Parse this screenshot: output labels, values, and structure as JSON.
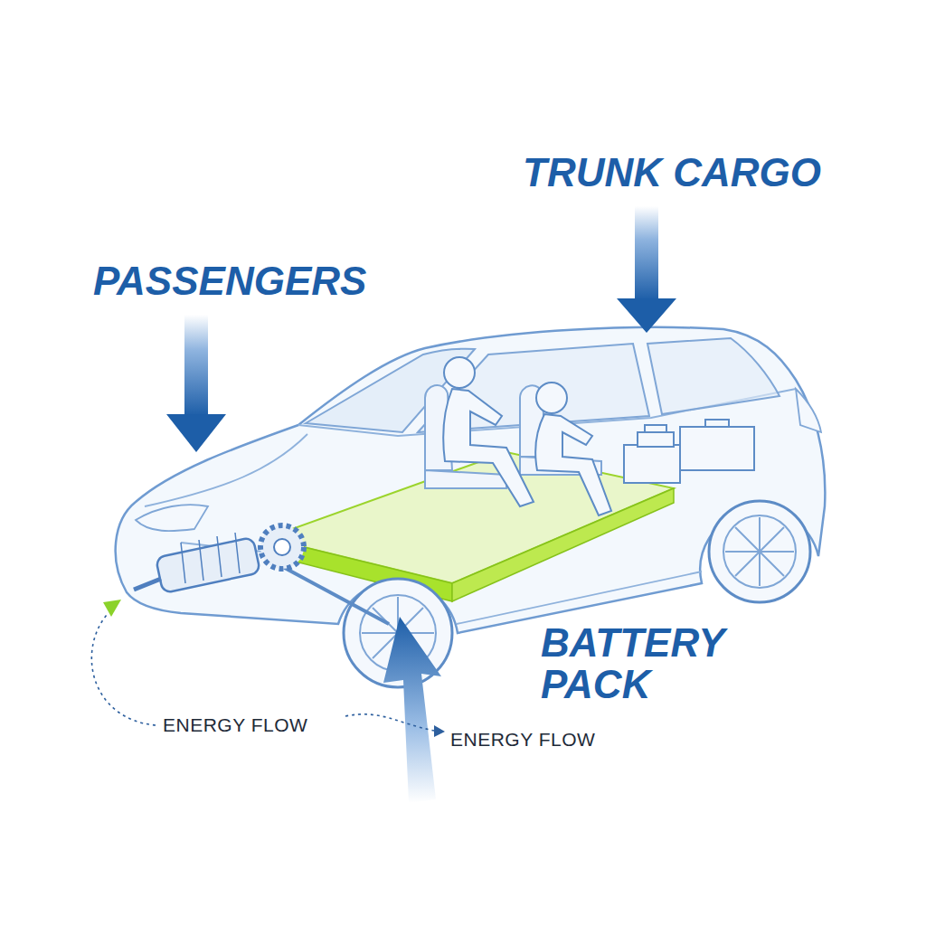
{
  "diagram": {
    "labels": [
      "TRUNK CARGO",
      "PASSENGERS",
      "BATTERY PACK",
      "ENERGY FLOW",
      "ENERGY FLOW"
    ]
  }
}
